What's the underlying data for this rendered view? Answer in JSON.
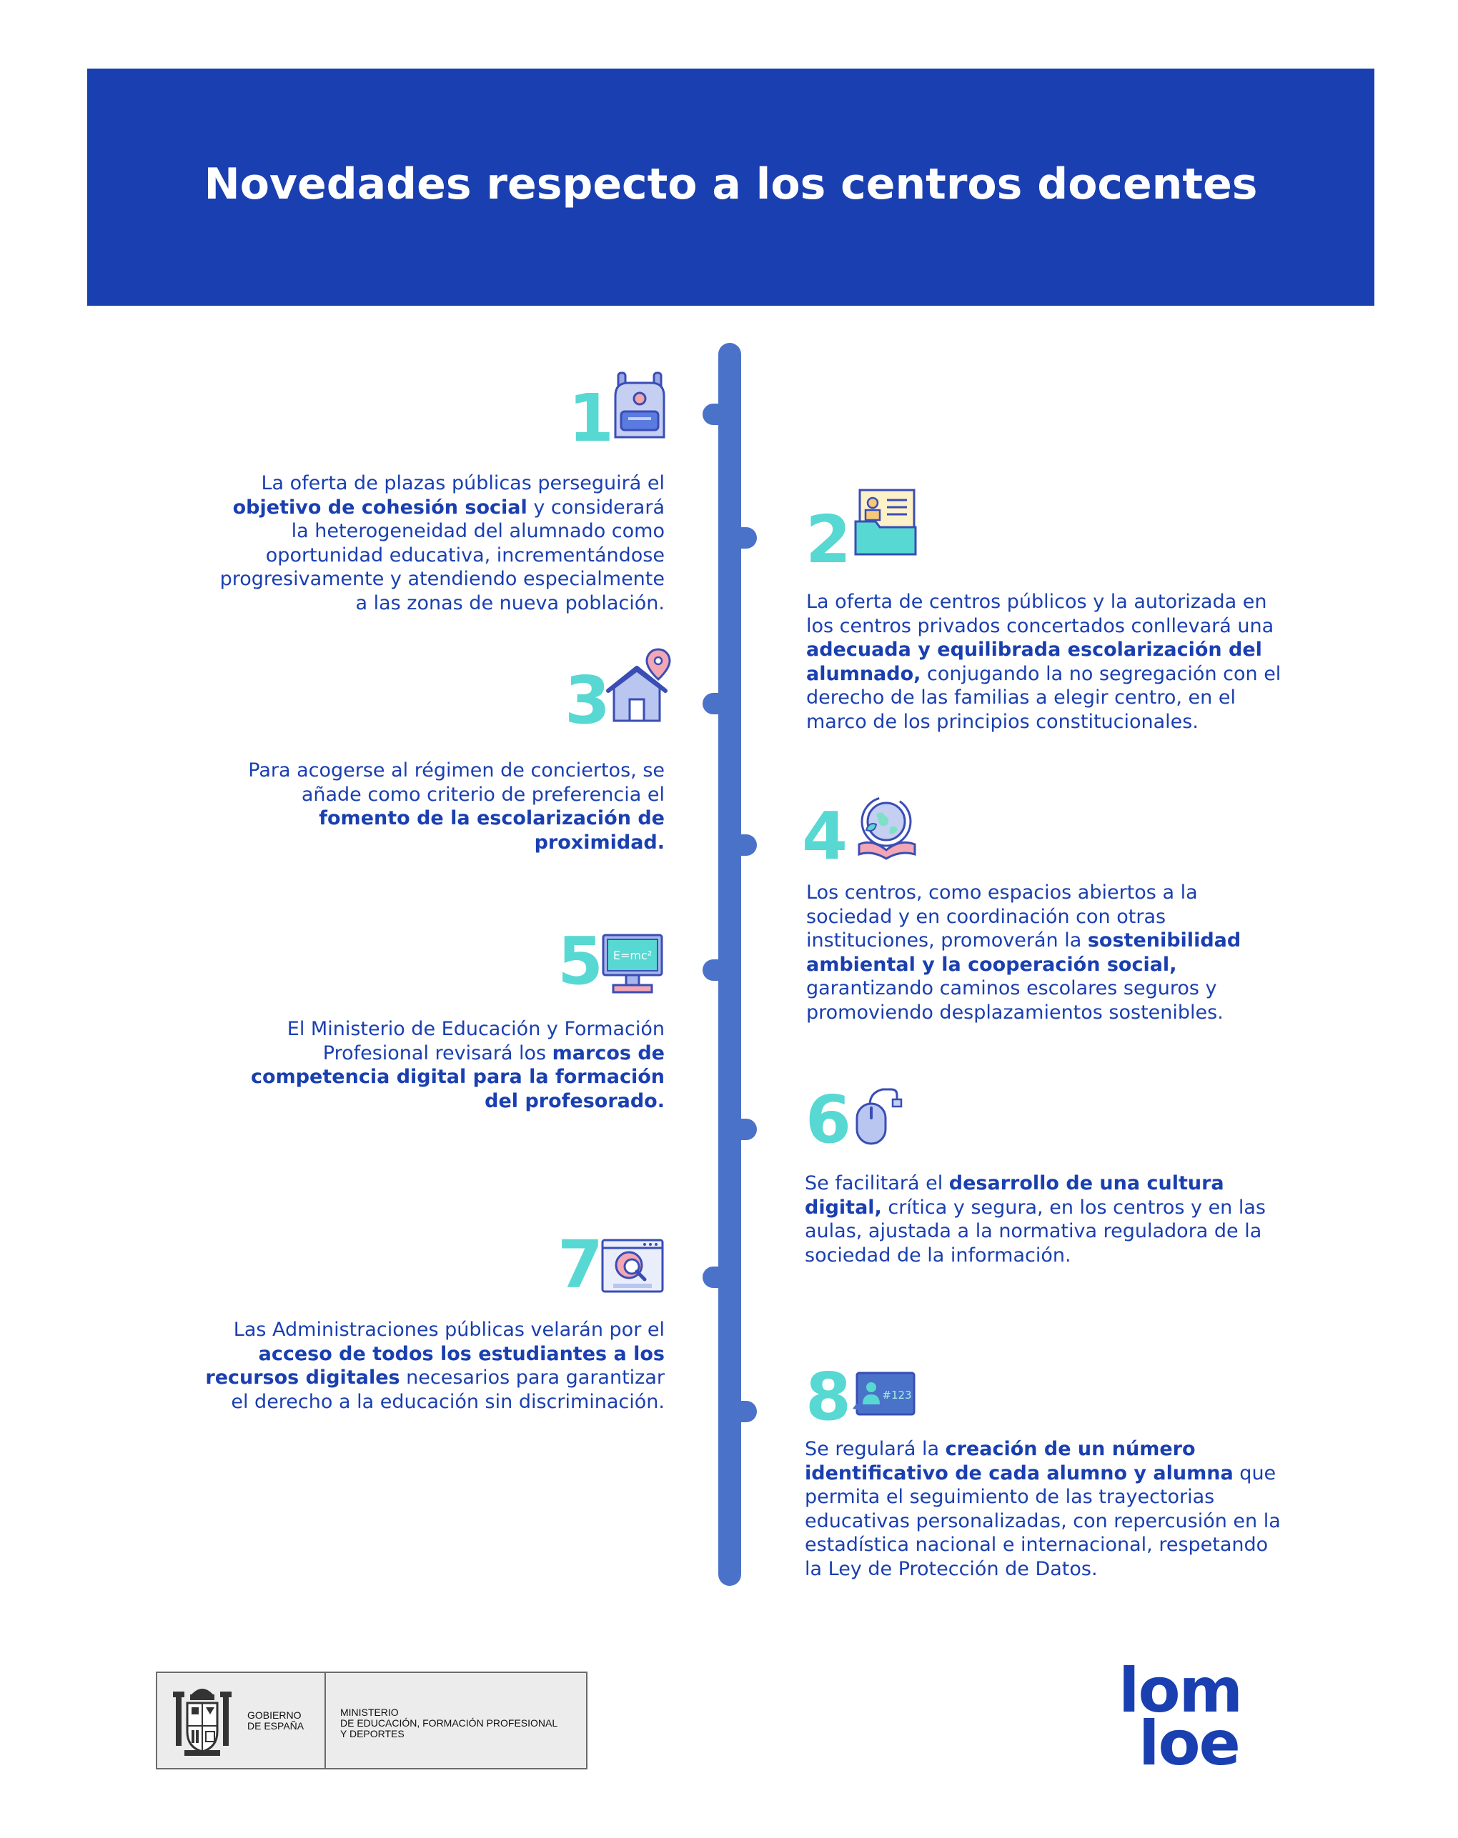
{
  "header": {
    "title": "Novedades respecto a los centros docentes"
  },
  "items": [
    {
      "number": "1",
      "icon": "backpack-icon",
      "text_parts": [
        {
          "t": "La oferta de plazas públicas perseguirá el ",
          "b": false
        },
        {
          "t": "objetivo de cohesión social",
          "b": true
        },
        {
          "t": " y considerará la heterogeneidad del alumnado como oportunidad educativa, incrementándose progresivamente y atendiendo especialmente a las zonas de nueva población.",
          "b": false
        }
      ]
    },
    {
      "number": "2",
      "icon": "folder-id-card-icon",
      "text_parts": [
        {
          "t": "La oferta de centros públicos y la autorizada en los centros privados concertados conllevará una ",
          "b": false
        },
        {
          "t": "adecuada y equilibrada escolarización del alumnado,",
          "b": true
        },
        {
          "t": " conjugando la no segregación con el derecho de las familias a elegir centro, en el marco de los principios constitucionales.",
          "b": false
        }
      ]
    },
    {
      "number": "3",
      "icon": "house-location-icon",
      "text_parts": [
        {
          "t": "Para acogerse al régimen de conciertos, se añade como criterio de preferencia el ",
          "b": false
        },
        {
          "t": "fomento de la escolarización de proximidad.",
          "b": true
        }
      ]
    },
    {
      "number": "4",
      "icon": "globe-book-icon",
      "text_parts": [
        {
          "t": "Los centros, como espacios abiertos a la sociedad y en coordinación con otras instituciones, promoverán la ",
          "b": false
        },
        {
          "t": "sostenibilidad ambiental y la cooperación social,",
          "b": true
        },
        {
          "t": " garantizando caminos escolares seguros y promoviendo desplazamientos sostenibles.",
          "b": false
        }
      ]
    },
    {
      "number": "5",
      "icon": "computer-formula-icon",
      "screen_text": "E=mc²",
      "text_parts": [
        {
          "t": "El Ministerio de Educación y Formación Profesional revisará los ",
          "b": false
        },
        {
          "t": "marcos de competencia digital para la formación del profesorado.",
          "b": true
        }
      ]
    },
    {
      "number": "6",
      "icon": "mouse-icon",
      "text_parts": [
        {
          "t": "Se facilitará el ",
          "b": false
        },
        {
          "t": "desarrollo de una cultura digital,",
          "b": true
        },
        {
          "t": " crítica y segura, en los centros y en las aulas, ajustada a la normativa reguladora de la sociedad de la información.",
          "b": false
        }
      ]
    },
    {
      "number": "7",
      "icon": "browser-search-icon",
      "text_parts": [
        {
          "t": "Las Administraciones públicas velarán por el ",
          "b": false
        },
        {
          "t": "acceso de todos los estudiantes a los recursos digitales",
          "b": true
        },
        {
          "t": " necesarios para garantizar el derecho a la educación sin discriminación.",
          "b": false
        }
      ]
    },
    {
      "number": "8",
      "icon": "user-id-badge-icon",
      "badge_text": "#123",
      "text_parts": [
        {
          "t": "Se regulará la ",
          "b": false
        },
        {
          "t": "creación de un número identificativo de cada alumno y alumna",
          "b": true
        },
        {
          "t": " que permita el seguimiento de las trayectorias educativas personalizadas, con repercusión en la estadística nacional e internacional, respetando la Ley de Protección de Datos.",
          "b": false
        }
      ]
    }
  ],
  "footer": {
    "gov_label_1": "GOBIERNO",
    "gov_label_2": "DE ESPAÑA",
    "ministry_1": "MINISTERIO",
    "ministry_2": "DE EDUCACIÓN, FORMACIÓN PROFESIONAL",
    "ministry_3": "Y DEPORTES",
    "logo_line1": "lom",
    "logo_line2": "loe"
  },
  "colors": {
    "primary": "#1a3fb0",
    "timeline": "#4a72c9",
    "number": "#57d8d2"
  }
}
